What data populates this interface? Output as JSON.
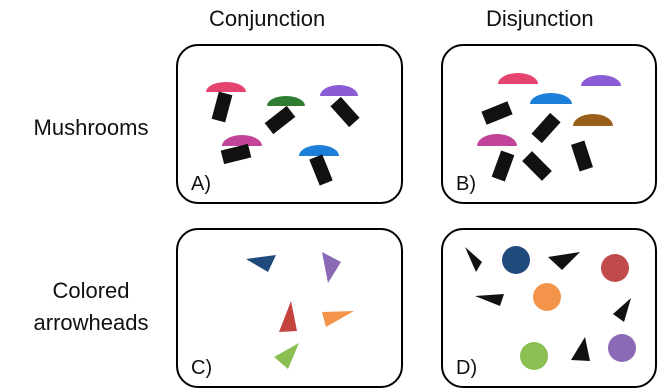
{
  "columns": {
    "conjunction": "Conjunction",
    "disjunction": "Disjunction"
  },
  "rows": {
    "mushrooms": "Mushrooms",
    "arrowheads": "Colored\narrowheads"
  },
  "panels": {
    "a": "A)",
    "b": "B)",
    "c": "C)",
    "d": "D)"
  },
  "colors": {
    "pink": "#e5446f",
    "green": "#2e7d32",
    "purple": "#8b5cd6",
    "magenta": "#c2449a",
    "blue": "#1e7fd8",
    "brown": "#9b5f1c",
    "navy": "#1f4a7c",
    "lavender": "#8a6ab5",
    "red": "#c4433f",
    "orange": "#f4944a",
    "lime": "#8cbf52",
    "darkred": "#c14a4a",
    "black": "#111111"
  },
  "items": {
    "panel_a": [
      "pink mushroom",
      "green mushroom",
      "purple mushroom",
      "magenta mushroom",
      "blue mushroom"
    ],
    "panel_b": [
      "pink cap",
      "purple cap",
      "blue cap",
      "brown cap",
      "magenta cap",
      "black stems"
    ],
    "panel_c": [
      "navy arrowhead",
      "lavender arrowhead",
      "red arrowhead",
      "orange arrowhead",
      "lime arrowhead"
    ],
    "panel_d": [
      "navy circle",
      "red circle",
      "orange circle",
      "lime circle",
      "purple circle",
      "black arrowheads"
    ]
  }
}
